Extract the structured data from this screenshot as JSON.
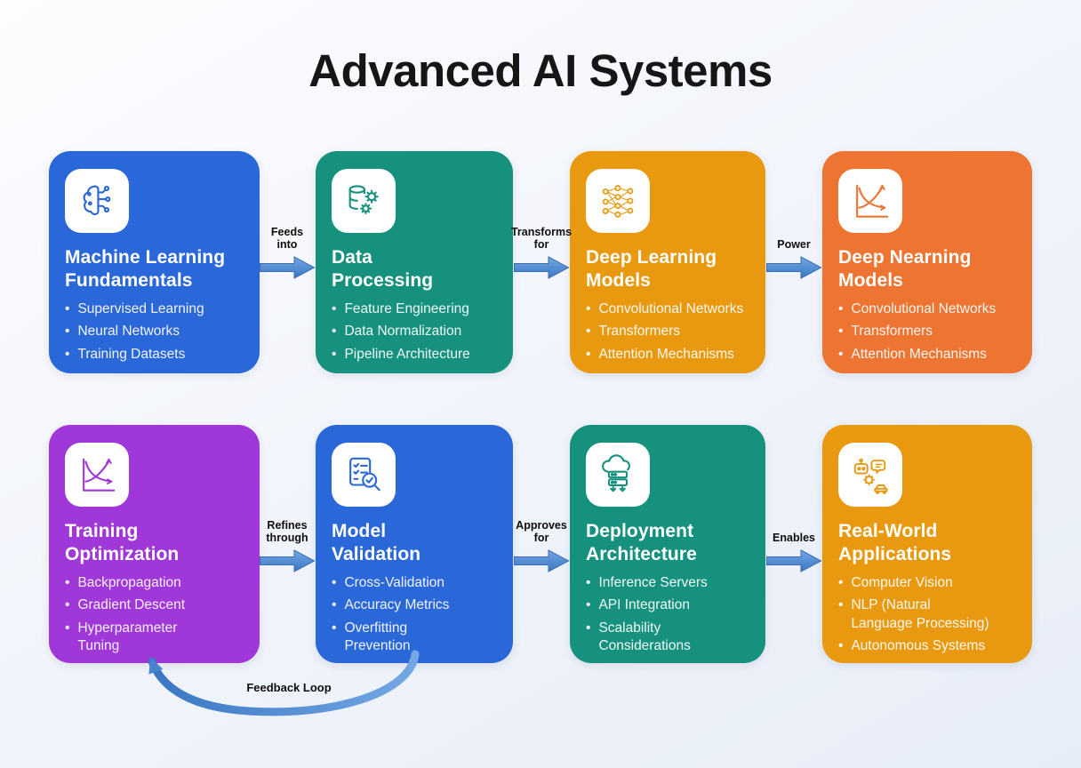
{
  "title": "Advanced AI Systems",
  "colors": {
    "card_blue": "#2a68d9",
    "card_teal": "#15917e",
    "card_amber": "#e8990f",
    "card_orange": "#ed7431",
    "card_purple": "#a037d8",
    "arrow_blue": "#4a83cf",
    "background_top": "#fdfdff",
    "background_bottom": "#e7edf7",
    "title_text": "#161616",
    "card_text": "#ffffff"
  },
  "rows": [
    {
      "cards": [
        {
          "title": "Machine Learning\nFundamentals",
          "color": "#2a68d9",
          "icon": "brain-circuit-icon",
          "bullets": [
            "Supervised Learning",
            "Neural Networks",
            "Training Datasets"
          ]
        },
        {
          "title": "Data\nProcessing",
          "color": "#15917e",
          "icon": "database-gears-icon",
          "bullets": [
            "Feature Engineering",
            "Data Normalization",
            "Pipeline Architecture"
          ]
        },
        {
          "title": "Deep Learning\nModels",
          "color": "#e8990f",
          "icon": "neural-network-icon",
          "bullets": [
            "Convolutional Networks",
            "Transformers",
            "Attention Mechanisms"
          ]
        },
        {
          "title": "Deep Nearning\nModels",
          "color": "#ed7431",
          "icon": "learning-curves-icon",
          "bullets": [
            "Convolutional Networks",
            "Transformers",
            "Attention Mechanisms"
          ]
        }
      ],
      "connectors": [
        {
          "label": "Feeds\ninto"
        },
        {
          "label": "Transforms\nfor"
        },
        {
          "label": "Power"
        }
      ]
    },
    {
      "cards": [
        {
          "title": "Training\nOptimization",
          "color": "#a037d8",
          "icon": "learning-curves-icon",
          "bullets": [
            "Backpropagation",
            "Gradient Descent",
            "Hyperparameter\nTuning"
          ]
        },
        {
          "title": "Model\nValidation",
          "color": "#2a68d9",
          "icon": "checklist-magnifier-icon",
          "bullets": [
            "Cross-Validation",
            "Accuracy Metrics",
            "Overfitting\nPrevention"
          ]
        },
        {
          "title": "Deployment\nArchitecture",
          "color": "#15917e",
          "icon": "cloud-server-icon",
          "bullets": [
            "Inference Servers",
            "API Integration",
            "Scalability\nConsiderations"
          ]
        },
        {
          "title": "Real-World\nApplications",
          "color": "#e8990f",
          "icon": "robot-chat-icon",
          "bullets": [
            "Computer Vision",
            "NLP (Natural\nLanguage Processing)",
            "Autonomous Systems"
          ]
        }
      ],
      "connectors": [
        {
          "label": "Refines\nthrough"
        },
        {
          "label": "Approves\nfor"
        },
        {
          "label": "Enables"
        }
      ]
    }
  ],
  "feedback": {
    "label": "Feedback Loop"
  }
}
